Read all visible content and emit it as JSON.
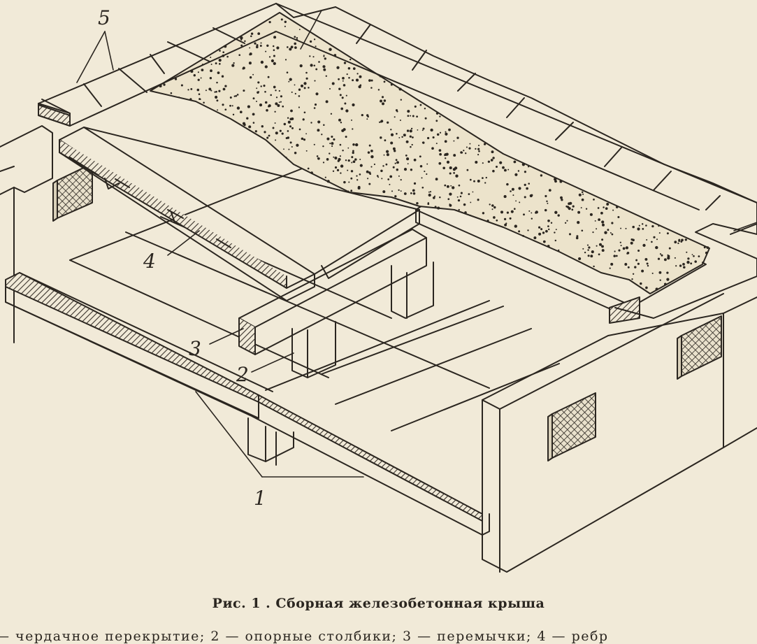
{
  "figure": {
    "caption": "Рис. 1 . Сборная железобетонная крыша",
    "legend_line": "— чердачное перекрытие; 2 — опорные столбики; 3 — перемычки; 4 — ребр",
    "labels": {
      "one": "1",
      "two": "2",
      "three": "3",
      "four": "4",
      "five": "5"
    }
  },
  "colors": {
    "paper": "#f1ead8",
    "ink": "#2b2620",
    "hatch": "#5a5148"
  }
}
